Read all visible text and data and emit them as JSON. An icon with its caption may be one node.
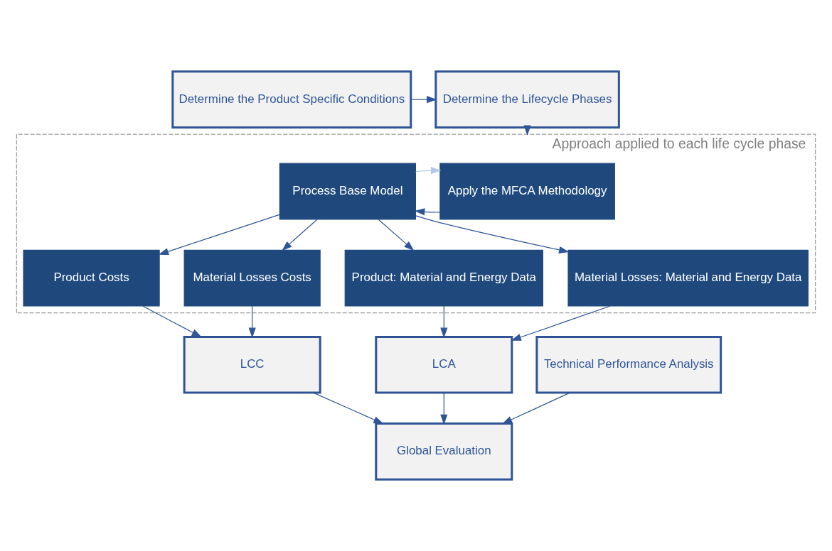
{
  "diagram": {
    "nodes": [
      {
        "text": [
          "Determine the Product Specific Conditions"
        ]
      },
      {
        "text": [
          "Determine the Lifecycle Phases"
        ]
      },
      {
        "text": [
          "Approach applied to each life cycle phase"
        ]
      },
      {
        "text": [
          "Apply the MFCA Methodology"
        ],
        "in": 2
      },
      {
        "text": [
          "Process Base Model"
        ],
        "in": 2
      },
      {
        "text": [
          "Product Costs"
        ],
        "in": 2
      },
      {
        "text": [
          "Material Losses Costs"
        ],
        "in": 2
      },
      {
        "text": [
          "Product: Material and Energy Data"
        ],
        "in": 2
      },
      {
        "text": [
          "Material Losses: Material and Energy Data"
        ],
        "in": 2
      },
      {
        "text": [
          "Technical Performance Analysis"
        ]
      },
      {
        "text": [
          "LCC"
        ]
      },
      {
        "text": [
          "LCA"
        ]
      },
      {
        "text": [
          "Global Evaluation"
        ]
      }
    ],
    "edges": [
      {
        "from": 0,
        "to": 1,
        "arrow": "to"
      },
      {
        "from": 1,
        "to": 2,
        "arrow": "to"
      },
      {
        "from": 3,
        "to": 4,
        "arrow": "to"
      },
      {
        "from": 4,
        "to": 3,
        "arrow": "to",
        "color": "#b4c7e7"
      },
      {
        "from": 4,
        "to": 5,
        "arrow": "to"
      },
      {
        "from": 4,
        "to": 6,
        "arrow": "to"
      },
      {
        "from": 4,
        "to": 7,
        "arrow": "to"
      },
      {
        "from": 4,
        "to": 8,
        "arrow": "to"
      },
      {
        "from": 5,
        "to": 10,
        "arrow": "to"
      },
      {
        "from": 6,
        "to": 10,
        "arrow": "to"
      },
      {
        "from": 7,
        "to": 11,
        "arrow": "to"
      },
      {
        "from": 8,
        "to": 11,
        "arrow": "to"
      },
      {
        "from": 9,
        "to": 12,
        "arrow": "to"
      },
      {
        "from": 10,
        "to": 12,
        "arrow": "to"
      },
      {
        "from": 11,
        "to": 12,
        "arrow": "to"
      }
    ]
  }
}
